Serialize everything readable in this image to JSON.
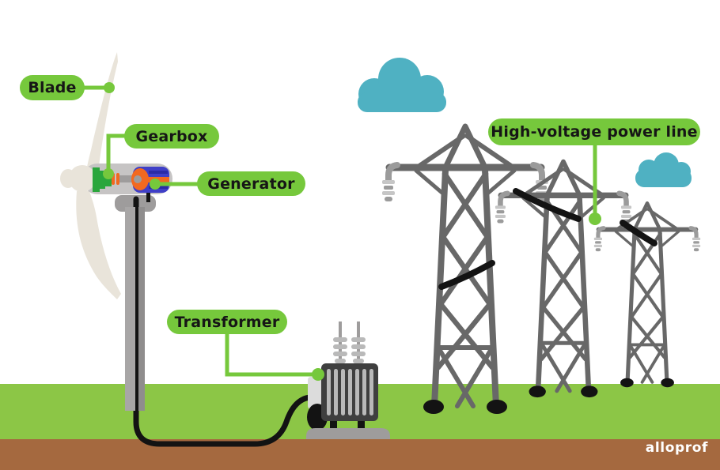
{
  "labels": {
    "blade": "Blade",
    "gearbox": "Gearbox",
    "generator": "Generator",
    "transformer": "Transformer",
    "power_line": "High-voltage power line"
  },
  "branding": {
    "logo": "alloprof"
  },
  "palette": {
    "label_green": "#76c83c",
    "grass_green": "#8cc646",
    "dirt_brown": "#a5693f",
    "cloud_teal": "#4fb1c2",
    "pylon_gray": "#686868",
    "pylon_light": "#9b9b9b",
    "insulator_light": "#c6c6c6",
    "blade_beige": "#e9e4da",
    "nacelle_gray": "#c6c4c4",
    "metal_mid": "#9e9c9c",
    "tower_light": "#a8a6a6",
    "tower_dark": "#8f8d8d",
    "transformer_body": "#3f3f3f",
    "transformer_rib": "#b9b9b9",
    "transformer_panel": "#dcdcdc",
    "gearbox_green": "#2aa63c",
    "generator_blue": "#3f3fc7",
    "generator_dark": "#2b2ba6",
    "accent_orange": "#f2691f",
    "cable_black": "#131313",
    "logo_white": "#ffffff"
  }
}
